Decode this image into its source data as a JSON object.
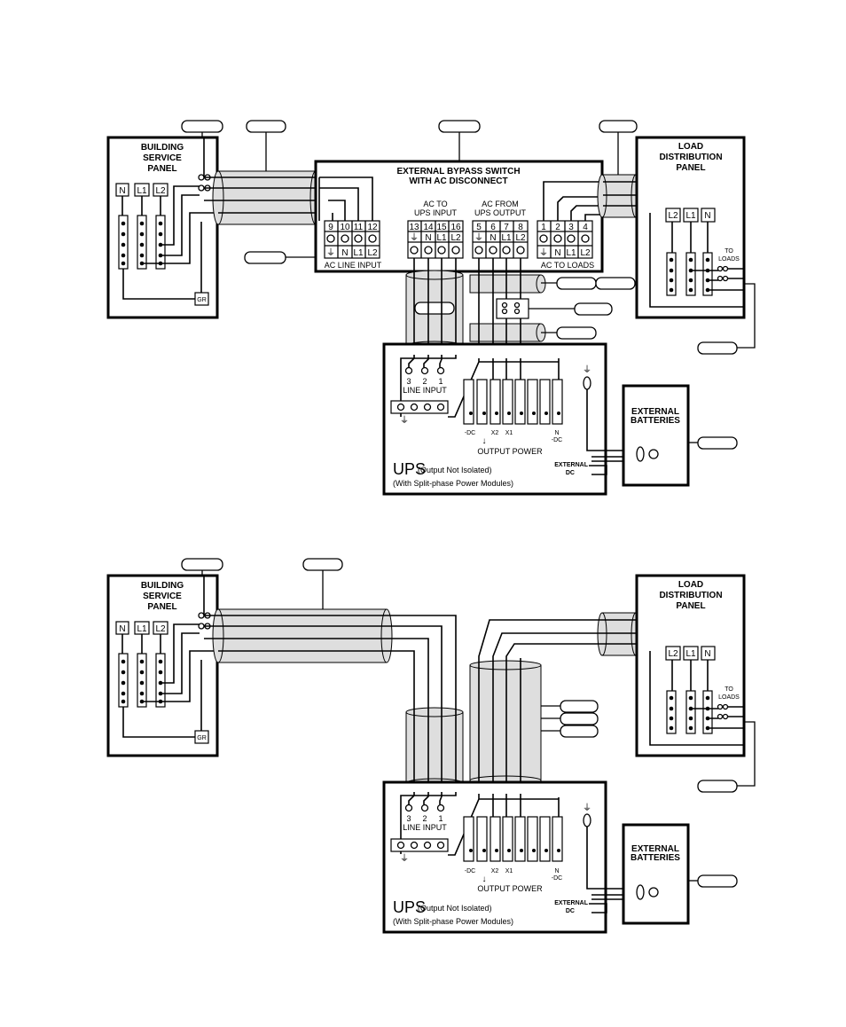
{
  "top": {
    "building_panel": {
      "title": [
        "BUILDING",
        "SERVICE",
        "PANEL"
      ],
      "n": "N",
      "l1": "L1",
      "l2": "L2",
      "gr": "GR"
    },
    "bypass": {
      "title": [
        "EXTERNAL BYPASS SWITCH",
        "WITH AC DISCONNECT"
      ],
      "ac_to_ups": [
        "AC TO",
        "UPS INPUT"
      ],
      "ac_from_ups": [
        "AC FROM",
        "UPS OUTPUT"
      ],
      "ac_line_input": "AC LINE INPUT",
      "ac_to_loads": "AC TO LOADS",
      "group_line": {
        "nums": [
          "9",
          "10",
          "11",
          "12"
        ],
        "labels": [
          "⏚",
          "N",
          "L1",
          "L2"
        ]
      },
      "group_ups_in": {
        "nums": [
          "13",
          "14",
          "15",
          "16"
        ],
        "labels": [
          "⏚",
          "N",
          "L1",
          "L2"
        ]
      },
      "group_ups_out": {
        "nums": [
          "5",
          "6",
          "7",
          "8"
        ],
        "labels": [
          "⏚",
          "N",
          "L1",
          "L2"
        ]
      },
      "group_loads": {
        "nums": [
          "1",
          "2",
          "3",
          "4"
        ],
        "labels": [
          "⏚",
          "N",
          "L1",
          "L2"
        ]
      }
    },
    "load_panel": {
      "title": [
        "LOAD",
        "DISTRIBUTION",
        "PANEL"
      ],
      "l2": "L2",
      "l1": "L1",
      "n": "N",
      "to_loads": [
        "TO",
        "LOADS"
      ]
    },
    "ups": {
      "title": "UPS",
      "subtitle": "(Output Not Isolated)",
      "subtitle2": "(With Split-phase Power Modules)",
      "line_input": "LINE INPUT",
      "line_nums": [
        "3",
        "2",
        "1"
      ],
      "output_power": "OUTPUT POWER",
      "out_labels": [
        "-DC",
        "X2",
        "X1",
        "N",
        "-DC"
      ],
      "external_dc": [
        "EXTERNAL",
        "DC"
      ]
    },
    "batteries": {
      "title": [
        "EXTERNAL",
        "BATTERIES"
      ]
    }
  },
  "bottom": {
    "building_panel": {
      "title": [
        "BUILDING",
        "SERVICE",
        "PANEL"
      ],
      "n": "N",
      "l1": "L1",
      "l2": "L2",
      "gr": "GR"
    },
    "load_panel": {
      "title": [
        "LOAD",
        "DISTRIBUTION",
        "PANEL"
      ],
      "l2": "L2",
      "l1": "L1",
      "n": "N",
      "to_loads": [
        "TO",
        "LOADS"
      ]
    },
    "ups": {
      "title": "UPS",
      "subtitle": "(Output Not Isolated)",
      "subtitle2": "(With Split-phase Power Modules)",
      "line_input": "LINE INPUT",
      "line_nums": [
        "3",
        "2",
        "1"
      ],
      "output_power": "OUTPUT POWER",
      "out_labels": [
        "-DC",
        "X2",
        "X1",
        "N",
        "-DC"
      ],
      "external_dc": [
        "EXTERNAL",
        "DC"
      ]
    },
    "batteries": {
      "title": [
        "EXTERNAL",
        "BATTERIES"
      ]
    }
  }
}
